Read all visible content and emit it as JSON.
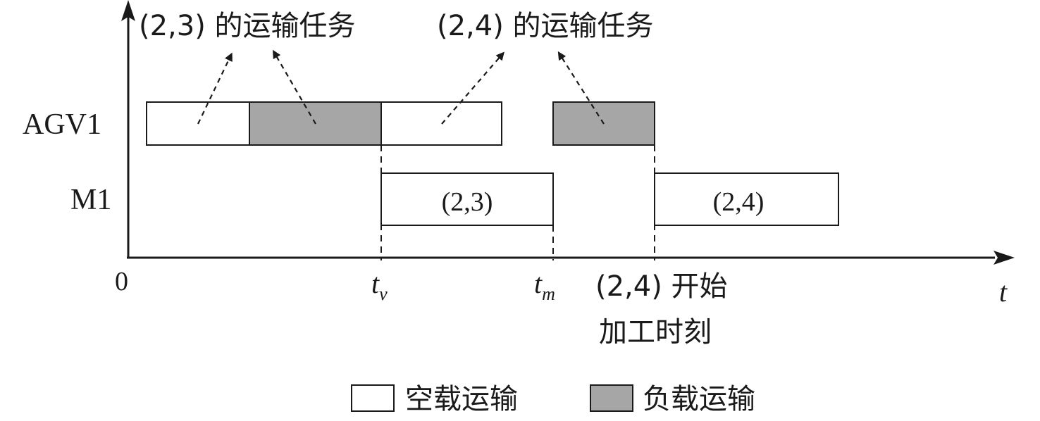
{
  "axis": {
    "origin_label": "0",
    "time_label": "t",
    "tick_tv": {
      "base": "t",
      "sub": "v"
    },
    "tick_tm": {
      "base": "t",
      "sub": "m"
    }
  },
  "rows": {
    "agv": "AGV1",
    "machine": "M1"
  },
  "agv_segments": [
    {
      "kind": "empty"
    },
    {
      "kind": "loaded"
    },
    {
      "kind": "empty"
    },
    {
      "kind": "loaded"
    }
  ],
  "machine_ops": [
    {
      "label": "(2,3)"
    },
    {
      "label": "(2,4)"
    }
  ],
  "annotations": {
    "task_23": "(2,3) 的运输任务",
    "task_24": "(2,4) 的运输任务",
    "start_24_line1": "(2,4) 开始",
    "start_24_line2": "加工时刻"
  },
  "legend": {
    "empty": "空载运输",
    "loaded": "负载运输"
  },
  "colors": {
    "empty_fill": "#ffffff",
    "loaded_fill": "#a6a6a6",
    "stroke": "#1a1a1a"
  }
}
